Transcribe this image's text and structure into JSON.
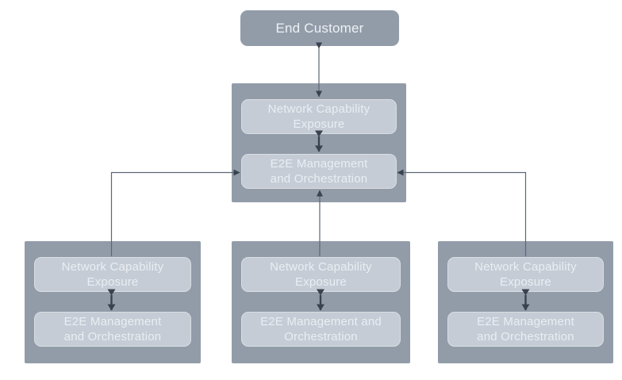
{
  "palette": {
    "background": "#FFFFFF",
    "container_fill": "#929CA9",
    "inner_box_fill": "#C5CCD5",
    "label_text": "#EAEEF3",
    "connector_line": "#5C6674",
    "arrowhead": "#39424F"
  },
  "end_customer": {
    "label": "End Customer"
  },
  "domains": {
    "top": {
      "exposure_label": "Network Capability Exposure",
      "orchestration_label": "E2E Management and Orchestration"
    },
    "bottom_left": {
      "exposure_label": "Network Capability Exposure",
      "orchestration_label": "E2E Management and Orchestration"
    },
    "bottom_middle": {
      "exposure_label": "Network Capability Exposure",
      "orchestration_label": "E2E Management and Orchestration"
    },
    "bottom_right": {
      "exposure_label": "Network Capability Exposure",
      "orchestration_label": "E2E Management and Orchestration"
    }
  }
}
